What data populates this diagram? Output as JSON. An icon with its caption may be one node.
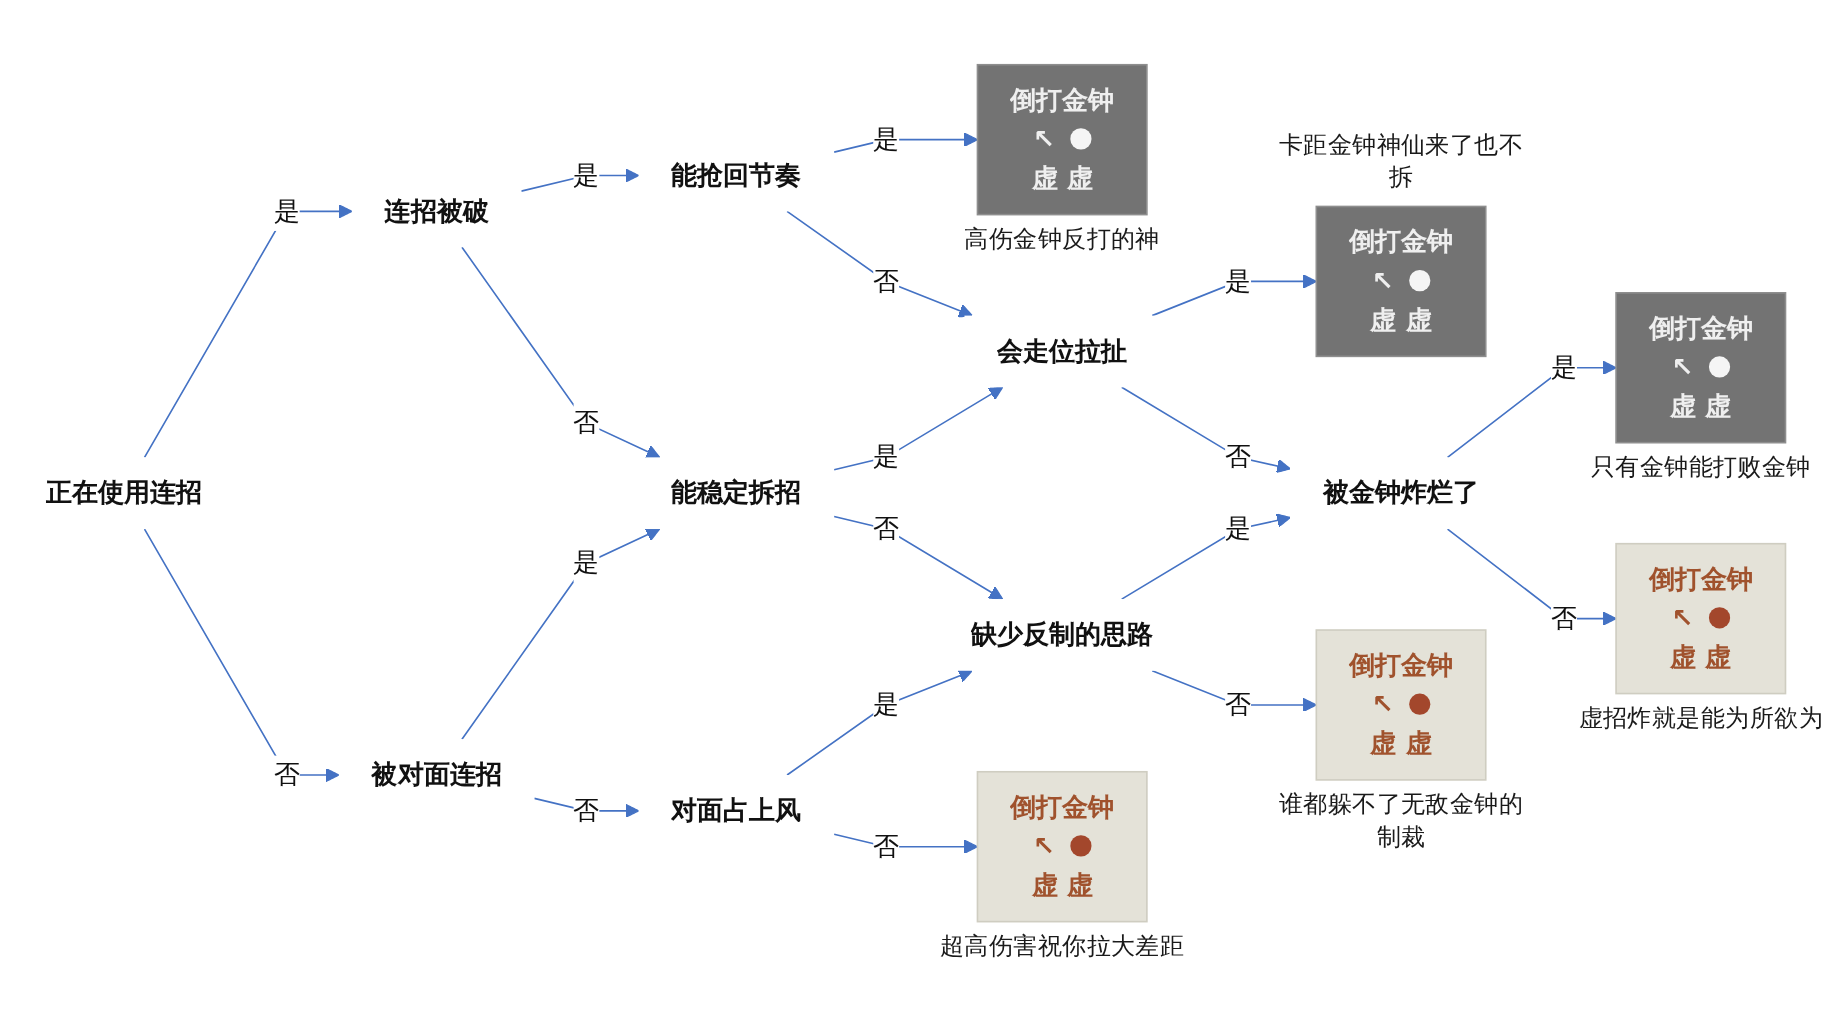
{
  "diagram": {
    "nodes": [
      {
        "text": [
          "正在使用连招"
        ]
      },
      {
        "text": [
          "连招被破"
        ]
      },
      {
        "text": [
          "能抢回节奏"
        ]
      },
      {
        "text": [
          "倒打金钟",
          "↖",
          "虚 虚"
        ],
        "beside": [
          "高伤金钟反打的神"
        ]
      },
      {
        "text": [
          "被对面连招"
        ]
      },
      {
        "text": [
          "能稳定拆招"
        ]
      },
      {
        "text": [
          "会走位拉扯"
        ]
      },
      {
        "text": [
          "倒打金钟",
          "↖",
          "虚 虚"
        ],
        "beside": [
          "卡距金钟神仙来了也不拆"
        ]
      },
      {
        "text": [
          "对面占上风"
        ]
      },
      {
        "text": [
          "缺少反制的思路"
        ]
      },
      {
        "text": [
          "被金钟炸烂了"
        ]
      },
      {
        "text": [
          "倒打金钟",
          "↖",
          "虚 虚"
        ],
        "beside": [
          "只有金钟能打败金钟"
        ]
      },
      {
        "text": [
          "倒打金钟",
          "↖",
          "虚 虚"
        ],
        "beside": [
          "超高伤害祝你拉大差距"
        ]
      },
      {
        "text": [
          "倒打金钟",
          "↖",
          "虚 虚"
        ],
        "beside": [
          "谁都躲不了无敌金钟的制裁"
        ]
      },
      {
        "text": [
          "倒打金钟",
          "↖",
          "虚 虚"
        ],
        "beside": [
          "虚招炸就是能为所欲为"
        ]
      }
    ],
    "edges": [
      {
        "from": 0,
        "to": 1,
        "arrow": "to",
        "label": "是"
      },
      {
        "from": 1,
        "to": 2,
        "arrow": "to",
        "label": "是"
      },
      {
        "from": 2,
        "to": 3,
        "arrow": "to",
        "label": "是"
      },
      {
        "from": 0,
        "to": 4,
        "arrow": "to",
        "label": "否"
      },
      {
        "from": 1,
        "to": 5,
        "arrow": "to",
        "label": "否"
      },
      {
        "from": 2,
        "to": 6,
        "arrow": "to",
        "label": "否"
      },
      {
        "from": 4,
        "to": 5,
        "arrow": "to",
        "label": "是"
      },
      {
        "from": 5,
        "to": 6,
        "arrow": "to",
        "label": "是"
      },
      {
        "from": 6,
        "to": 7,
        "arrow": "to",
        "label": "是"
      },
      {
        "from": 4,
        "to": 8,
        "arrow": "to",
        "label": "否"
      },
      {
        "from": 5,
        "to": 9,
        "arrow": "to",
        "label": "否"
      },
      {
        "from": 6,
        "to": 10,
        "arrow": "to",
        "label": "否"
      },
      {
        "from": 8,
        "to": 9,
        "arrow": "to",
        "label": "是"
      },
      {
        "from": 9,
        "to": 10,
        "arrow": "to",
        "label": "是"
      },
      {
        "from": 10,
        "to": 11,
        "arrow": "to",
        "label": "是"
      },
      {
        "from": 8,
        "to": 12,
        "arrow": "to",
        "label": "否"
      },
      {
        "from": 9,
        "to": 13,
        "arrow": "to",
        "label": "否"
      },
      {
        "from": 10,
        "to": 14,
        "arrow": "to",
        "label": "否"
      }
    ]
  }
}
